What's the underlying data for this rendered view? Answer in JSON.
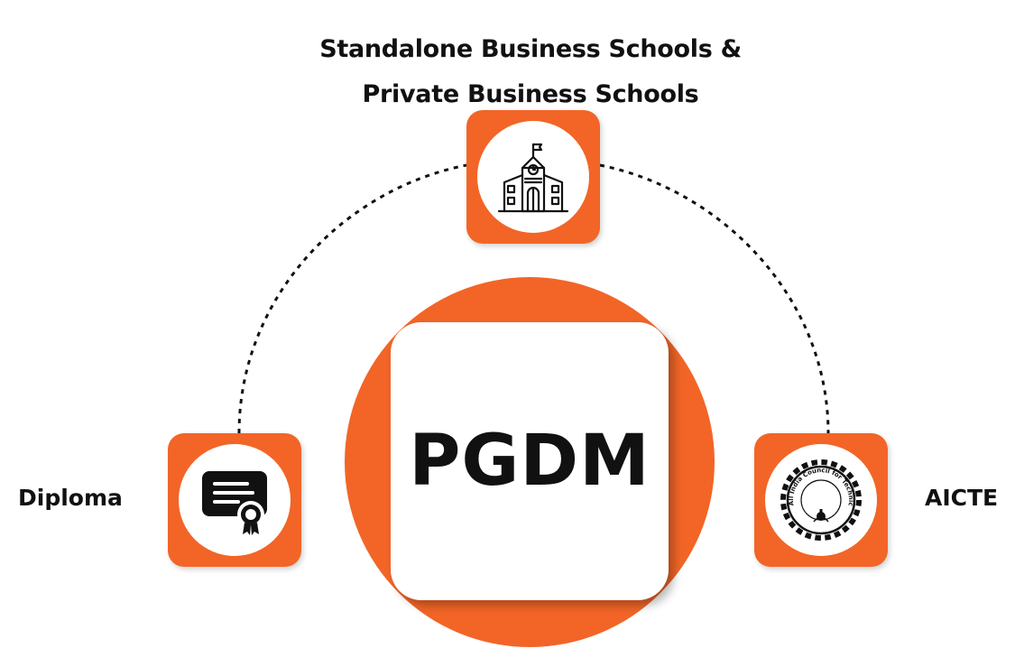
{
  "center": {
    "title": "PGDM"
  },
  "top_node": {
    "label_line1": "Standalone Business Schools &",
    "label_line2": "Private Business Schools",
    "icon": "school-building-icon"
  },
  "left_node": {
    "label": "Diploma",
    "icon": "certificate-icon"
  },
  "right_node": {
    "label": "AICTE",
    "icon": "aicte-logo",
    "logo_text": "All India Council for Technical Education"
  },
  "colors": {
    "accent": "#f26527",
    "text": "#111111",
    "background": "#ffffff"
  }
}
